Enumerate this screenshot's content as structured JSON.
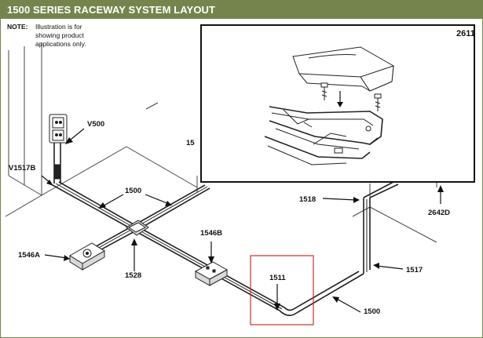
{
  "header": {
    "title": "1500 SERIES RACEWAY SYSTEM LAYOUT"
  },
  "note": {
    "label": "NOTE:",
    "lines": [
      "Illustration is for",
      "showing product",
      "applications only."
    ]
  },
  "inset": {
    "part_number": "2611"
  },
  "callouts": {
    "v500": "V500",
    "v1517b": "V1517B",
    "r1500_left": "1500",
    "r1546a": "1546A",
    "r1528": "1528",
    "r1546b": "1546B",
    "r1511": "1511",
    "r1500_right": "1500",
    "r1517": "1517",
    "r1518": "1518",
    "r2642d": "2642D",
    "r15_partial": "15"
  },
  "highlight": {
    "color": "#c8312b"
  },
  "colors": {
    "header_bg": "#74844c",
    "header_text": "#ffffff",
    "frame": "#74844c"
  }
}
